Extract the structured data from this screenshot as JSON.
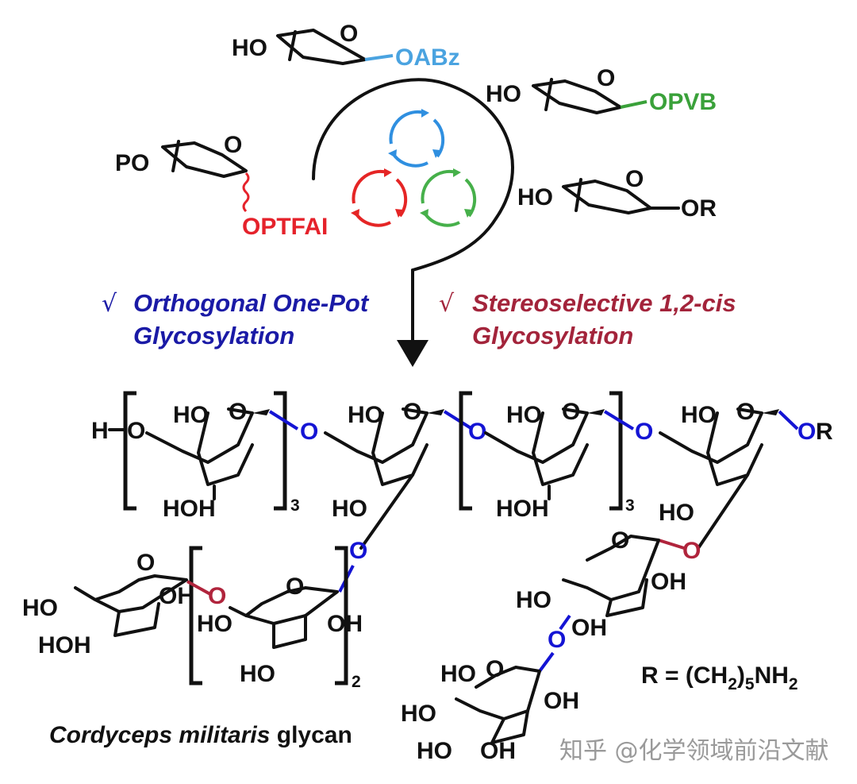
{
  "colors": {
    "black": "#111111",
    "blue_abz": "#4aa3e0",
    "green_pvb": "#3aa13a",
    "red_ptfai": "#e5222b",
    "orthogonal_blue": "#1a1aa6",
    "stereo_red": "#a3243b",
    "glyco_blue": "#1414d4",
    "glyco_red": "#b0243c",
    "cycle_blue": "#2f8fe0",
    "cycle_red": "#e52525",
    "cycle_green": "#46b04a",
    "watermark": "#9a9a9a"
  },
  "donors": {
    "abz": {
      "ho": "HO",
      "ring_o": "O",
      "leaving": "OABz"
    },
    "pvb": {
      "ho": "HO",
      "ring_o": "O",
      "leaving": "OPVB"
    },
    "ptfai": {
      "po": "PO",
      "ring_o": "O",
      "leaving": "OPTFAI"
    },
    "acceptor": {
      "ho": "HO",
      "ring_o": "O",
      "leaving": "OR"
    }
  },
  "features": {
    "check": "√",
    "orthogonal": [
      "Orthogonal One-Pot",
      "Glycosylation"
    ],
    "stereo": [
      "Stereoselective 1,2-cis",
      "Glycosylation"
    ]
  },
  "glycan": {
    "h": "H",
    "o": "O",
    "ho": "HO",
    "oh": "OH",
    "hoh": "HOH",
    "or": "OR",
    "repeat_3": "3",
    "repeat_2": "2"
  },
  "r_def": {
    "prefix": "R = (CH",
    "s1": "2",
    "mid": ")",
    "s2": "5",
    "nh": "NH",
    "s3": "2"
  },
  "caption": {
    "italic": "Cordyceps militaris",
    "rest": " glycan"
  },
  "watermark": "知乎 @化学领域前沿文献"
}
